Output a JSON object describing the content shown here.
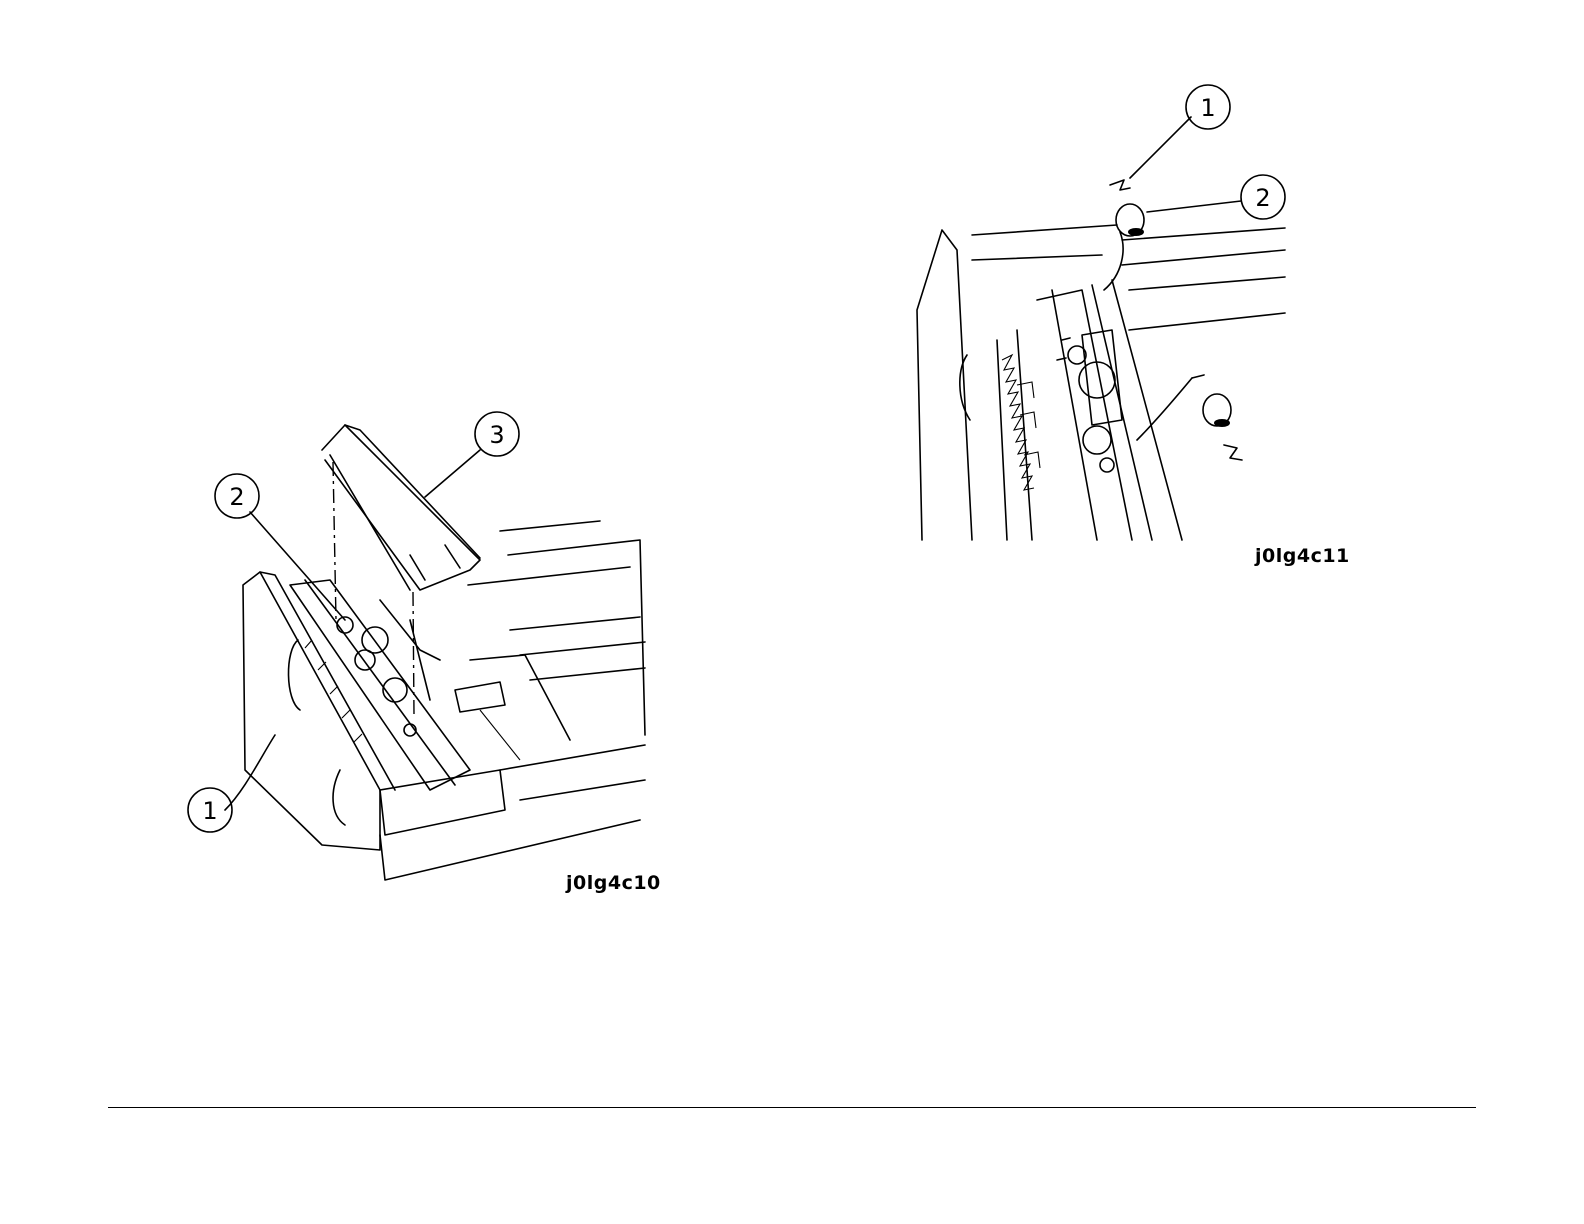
{
  "figures": [
    {
      "id_label": "j0lg4c10",
      "callouts": [
        {
          "number": "1"
        },
        {
          "number": "2"
        },
        {
          "number": "3"
        }
      ]
    },
    {
      "id_label": "j0lg4c11",
      "callouts": [
        {
          "number": "1"
        },
        {
          "number": "2"
        }
      ]
    }
  ],
  "colors": {
    "line": "#000000",
    "background": "#ffffff"
  }
}
